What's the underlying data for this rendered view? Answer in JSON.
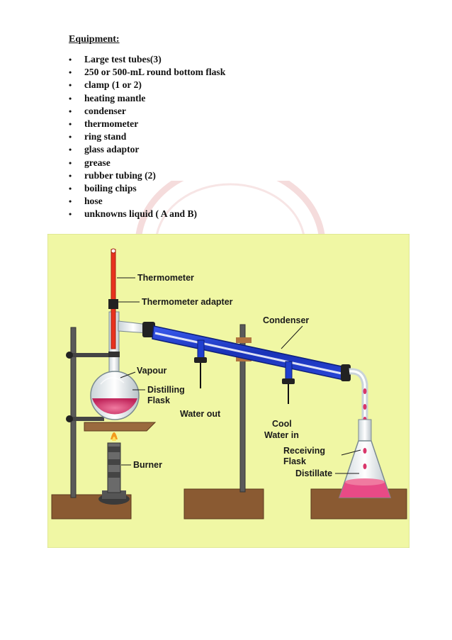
{
  "heading": "Equipment:",
  "equipment": [
    "Large test tubes(3)",
    "250 or 500-mL round bottom flask",
    "clamp (1 or 2)",
    "heating mantle",
    "condenser",
    "thermometer",
    "ring stand",
    "glass adaptor",
    "grease",
    "rubber tubing (2)",
    "boiling chips",
    "hose",
    "unknowns liquid ( A and B)"
  ],
  "bullet_glyph": "•",
  "diagram": {
    "labels": {
      "thermometer": "Thermometer",
      "thermometer_adapter": "Thermometer adapter",
      "condenser": "Condenser",
      "vapour": "Vapour",
      "distilling_flask_line1": "Distilling",
      "distilling_flask_line2": "Flask",
      "water_out": "Water out",
      "cool_water_line1": "Cool",
      "cool_water_line2": "Water in",
      "receiving_flask_line1": "Receiving",
      "receiving_flask_line2": "Flask",
      "distillate": "Distillate",
      "burner": "Burner"
    },
    "colors": {
      "background": "#f0f7a4",
      "wood": "#8a5a32",
      "liquid": "#d9366a",
      "condenser": "#1f3fcf",
      "thermometer": "#e8321e"
    }
  }
}
